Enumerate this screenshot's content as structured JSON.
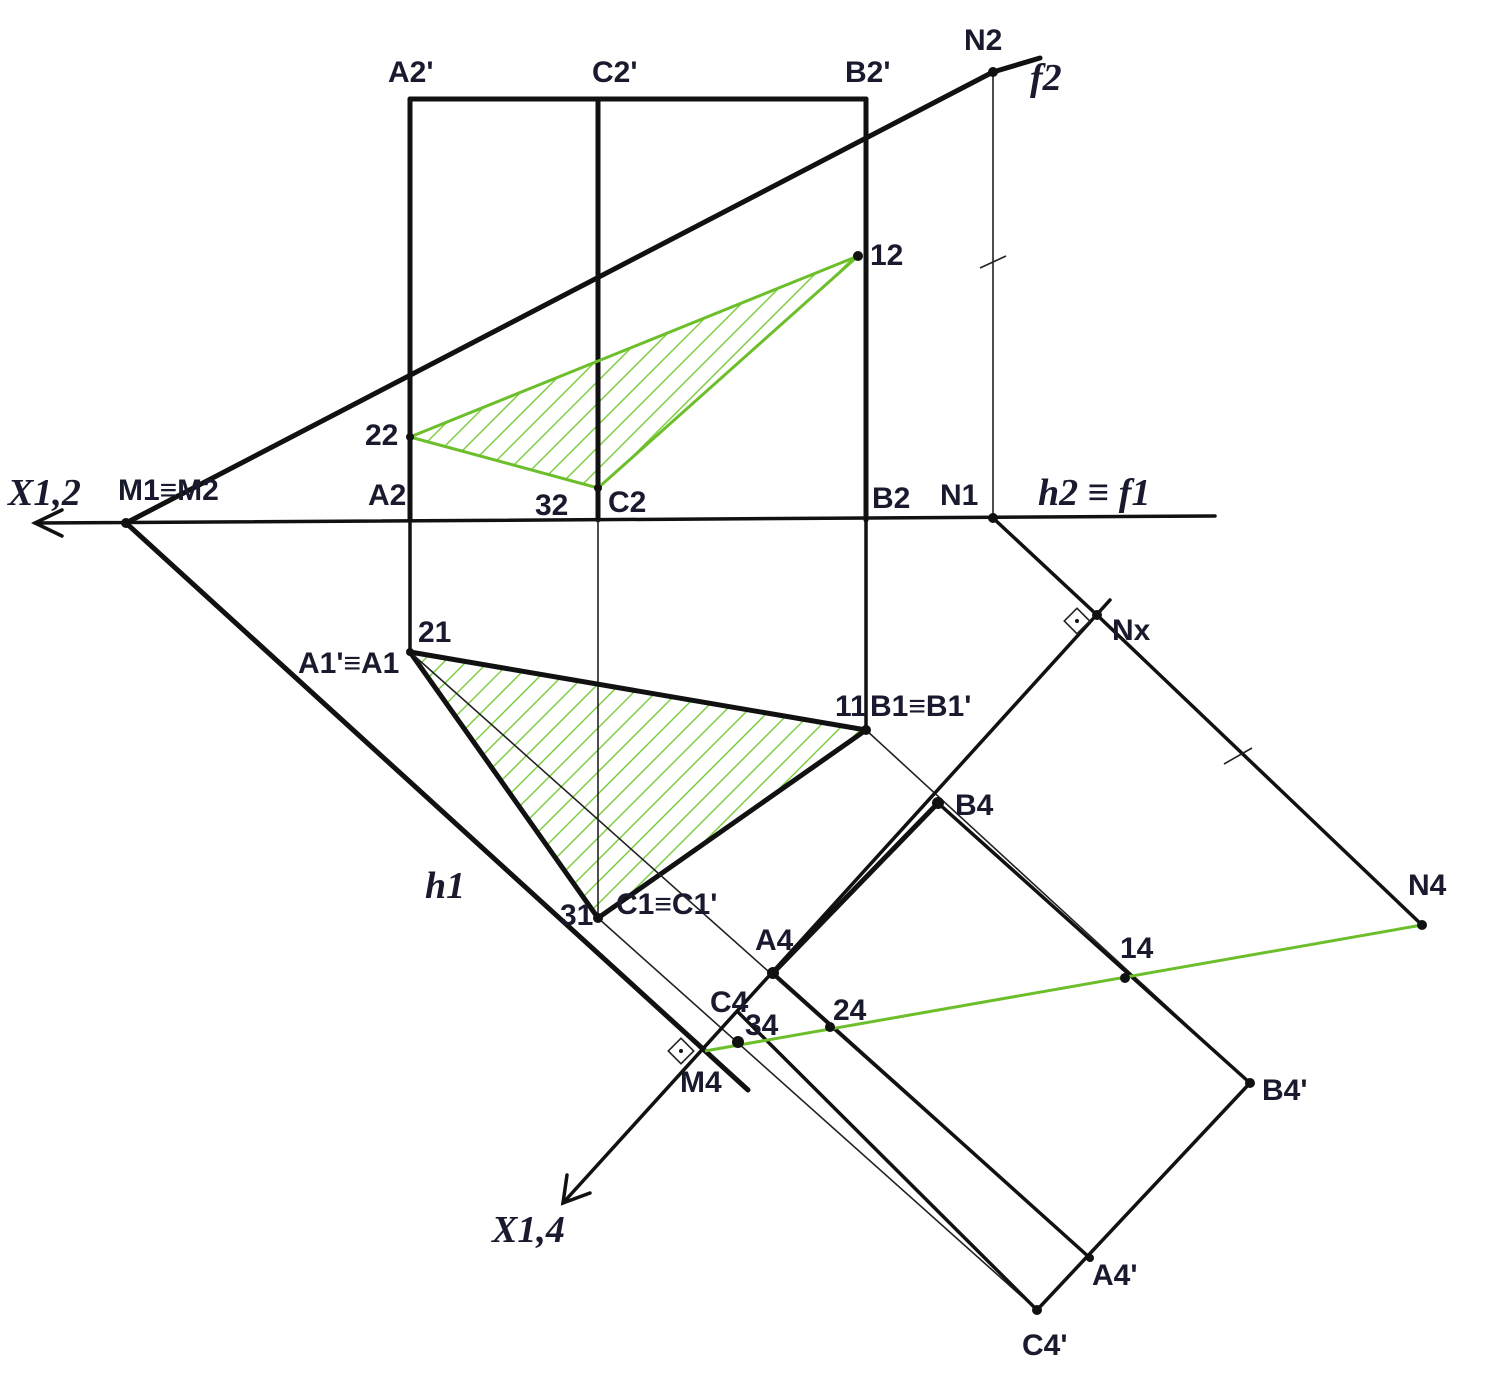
{
  "labels": {
    "A2p": "A2'",
    "C2p": "C2'",
    "B2p": "B2'",
    "N2": "N2",
    "f2": "f2",
    "p12": "12",
    "p22": "22",
    "X12": "X1,2",
    "M1M2": "M1≡M2",
    "A2": "A2",
    "p32": "32",
    "C2": "C2",
    "B2": "B2",
    "N1": "N1",
    "h2f1": "h2 ≡ f1",
    "p21": "21",
    "A1A1p": "A1'≡A1",
    "p11": "11",
    "B1B1p": "B1≡B1'",
    "Nx": "Nx",
    "B4": "B4",
    "h1": "h1",
    "p31": "31",
    "C1C1p": "C1≡C1'",
    "A4": "A4",
    "N4": "N4",
    "p14": "14",
    "C4": "C4",
    "p34": "34",
    "p24": "24",
    "M4": "M4",
    "B4p": "B4'",
    "X14": "X1,4",
    "A4p": "A4'",
    "C4p": "C4'"
  },
  "colors": {
    "ink": "#111111",
    "hatch": "#6cbf2a",
    "label": "#1a1a2e"
  }
}
